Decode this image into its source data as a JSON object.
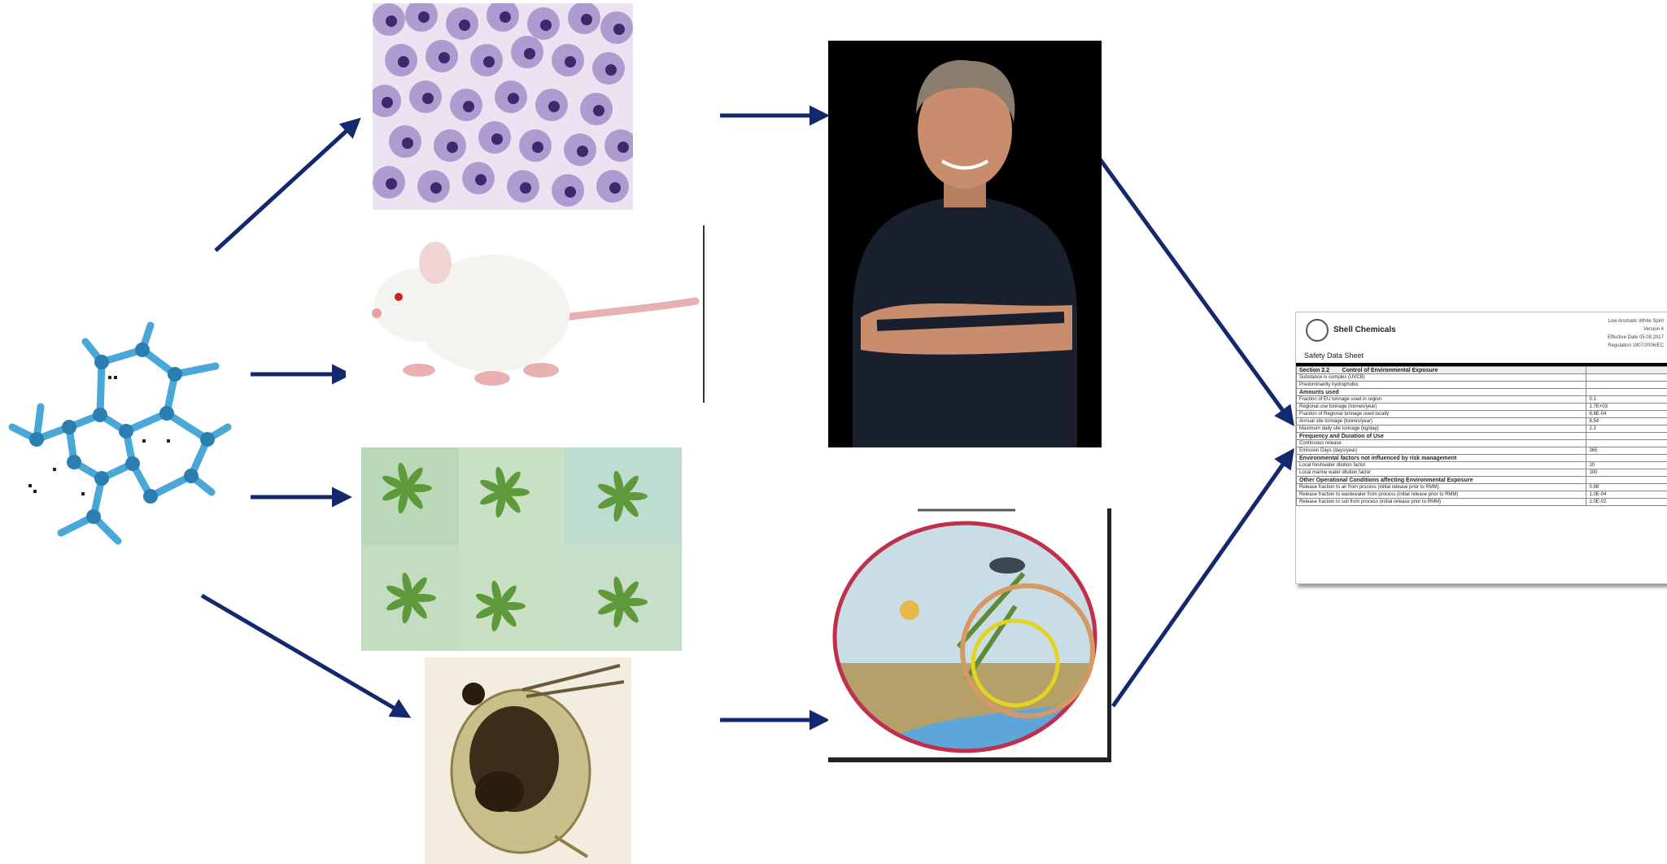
{
  "sds": {
    "company": "Shell Chemicals",
    "product": "Low Aromatic White Spirit",
    "version": "Version 4",
    "doc_title": "Safety Data Sheet",
    "effective_date": "Effective Date 05.08.2017",
    "regulation": "Regulation 1907/2006/EC",
    "section_no": "Section 2.2",
    "section_title": "Control of Environmental Exposure",
    "rows": [
      {
        "label": "Substance is complex (UVCB)",
        "value": "",
        "bold": false
      },
      {
        "label": "Predominantly hydrophobic",
        "value": "",
        "bold": false
      },
      {
        "label": "Amounts used",
        "value": "",
        "bold": true
      },
      {
        "label": "Fraction of EU tonnage used in region",
        "value": "0.1",
        "bold": false
      },
      {
        "label": "Regional use tonnage (tonnes/year)",
        "value": "1.7E+03",
        "bold": false
      },
      {
        "label": "Fraction of Regional tonnage used locally",
        "value": "8.8E-04",
        "bold": false
      },
      {
        "label": "Annual site tonnage (tonnes/year)",
        "value": "8.54",
        "bold": false
      },
      {
        "label": "Maximum daily site tonnage (kg/day)",
        "value": "2.3",
        "bold": false
      },
      {
        "label": "Frequency and Duration of Use",
        "value": "",
        "bold": true
      },
      {
        "label": "Continuous release",
        "value": "",
        "bold": false
      },
      {
        "label": "Emission Days (days/year)",
        "value": "365",
        "bold": false
      },
      {
        "label": "Environmental factors not influenced by risk management",
        "value": "",
        "bold": true
      },
      {
        "label": "Local freshwater dilution factor",
        "value": "10",
        "bold": false
      },
      {
        "label": "Local marine water dilution factor",
        "value": "100",
        "bold": false
      },
      {
        "label": "Other Operational Conditions affecting Environmental Exposure",
        "value": "",
        "bold": true
      },
      {
        "label": "Release fraction to air from process (initial release prior to RMM)",
        "value": "0.98",
        "bold": false
      },
      {
        "label": "Release fraction to wastewater from process (initial release prior to RMM)",
        "value": "1.0E-04",
        "bold": false
      },
      {
        "label": "Release fraction to soil from process (initial release prior to RMM)",
        "value": "1.0E-02",
        "bold": false
      }
    ]
  },
  "colors": {
    "arrow": "#14286e",
    "molecule": "#4aa8d8",
    "cells_bg": "#ebe3f1",
    "cell": "#9a84c6",
    "algae_bg": "#c9e0c4",
    "algae": "#5f9a3a",
    "person_bg": "#000000",
    "shirt": "#1a1f2e",
    "skin": "#c88d6c"
  },
  "icons": [
    "molecule-icon",
    "cells-micrograph",
    "rat-image",
    "algae-micrograph",
    "daphnia-image",
    "scientist-photo",
    "ecosystem-diagram",
    "safety-data-sheet"
  ]
}
